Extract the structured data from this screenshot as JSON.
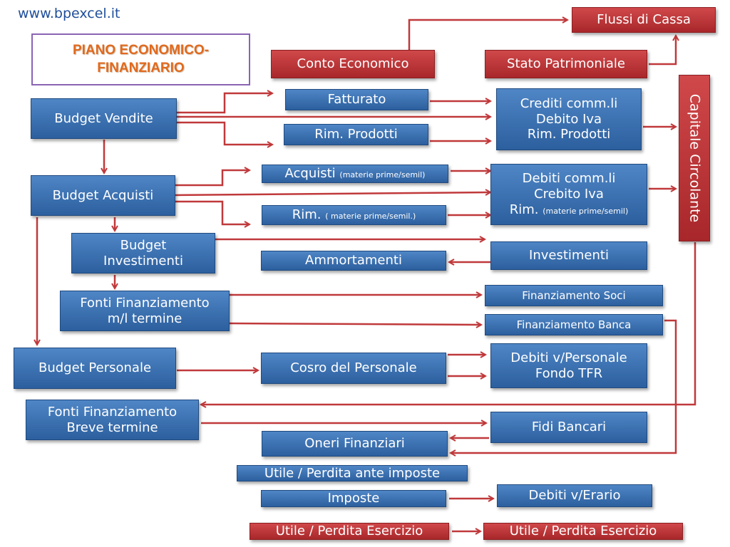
{
  "site": "www.bpexcel.it",
  "title_line1": "PIANO ECONOMICO-",
  "title_line2": "FINANZIARIO",
  "red_boxes": {
    "flussi_di_cassa": "Flussi di Cassa",
    "conto_economico": "Conto Economico",
    "stato_patrimoniale": "Stato Patrimoniale",
    "capitale_circolante": "Capitale Circolante",
    "utile_perdita_esercizio_left": "Utile / Perdita Esercizio",
    "utile_perdita_esercizio_right": "Utile / Perdita Esercizio"
  },
  "budgets": {
    "vendite": "Budget Vendite",
    "acquisti": "Budget Acquisti",
    "investimenti_line1": "Budget",
    "investimenti_line2": "Investimenti",
    "fonti_ml_line1": "Fonti Finanziamento",
    "fonti_ml_line2": "m/l termine",
    "personale": "Budget Personale",
    "fonti_breve_line1": "Fonti Finanziamento",
    "fonti_breve_line2": "Breve termine"
  },
  "middle": {
    "fatturato": "Fatturato",
    "rim_prodotti": "Rim. Prodotti",
    "acquisti_main": "Acquisti",
    "acquisti_note": "(materie prime/semil)",
    "rim_main": "Rim.",
    "rim_note": "( materie prime/semil.)",
    "ammortamenti": "Ammortamenti",
    "costo_personale": "Cosro del Personale",
    "oneri_finanziari": "Oneri Finanziari",
    "utile_ante_imposte": "Utile / Perdita ante imposte",
    "imposte": "Imposte"
  },
  "right": {
    "crediti_l1": "Crediti comm.li",
    "crediti_l2": "Debito Iva",
    "crediti_l3": "Rim. Prodotti",
    "debiti_l1": "Debiti comm.li",
    "debiti_l2": "Crebito Iva",
    "debiti_l3_main": "Rim.",
    "debiti_l3_note": "(materie prime/semil)",
    "investimenti": "Investimenti",
    "fin_soci": "Finanziamento Soci",
    "fin_banca": "Finanziamento Banca",
    "debiti_personale_l1": "Debiti v/Personale",
    "debiti_personale_l2": "Fondo TFR",
    "fidi_bancari": "Fidi Bancari",
    "debiti_erario": "Debiti v/Erario"
  },
  "colors": {
    "blue_box": "#3a6fb0",
    "red_box": "#b83234",
    "arrow": "#c0393b",
    "title_text": "#e06a1e",
    "title_border": "#8a64b4",
    "site_text": "#1f4e9a"
  }
}
